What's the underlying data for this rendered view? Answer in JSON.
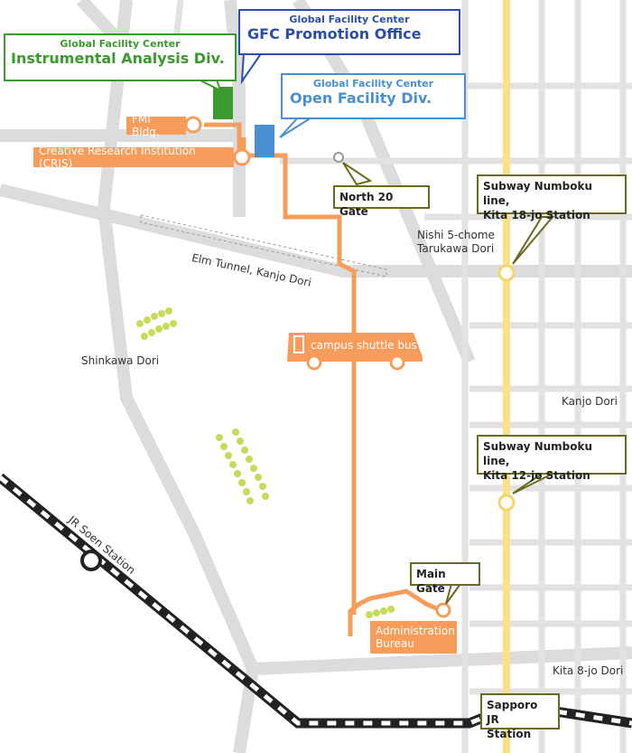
{
  "facilities": {
    "instrumental": {
      "org": "Global Facility Center",
      "name": "Instrumental Analysis Div.",
      "color": "#3a9a2e"
    },
    "promotion": {
      "org": "Global Facility Center",
      "name": "GFC Promotion Office",
      "color": "#2b4ea8"
    },
    "open": {
      "org": "Global Facility Center",
      "name": "Open Facility Div.",
      "color": "#4a8fd0"
    }
  },
  "buildings": {
    "fmi": "FMI Bldg.",
    "cris": "Creative Research Institution (CRIS)",
    "admin_line1": "Administration",
    "admin_line2": "Bureau"
  },
  "gates": {
    "north20": "North 20 Gate",
    "main": "Main Gate"
  },
  "stations": {
    "kita18_line1": "Subway Numboku line,",
    "kita18_line2": "Kita 18-jo Station",
    "kita12_line1": "Subway Numboku line,",
    "kita12_line2": "Kita 12-jo Station",
    "sapporo_line1": "Sapporo JR",
    "sapporo_line2": "Station",
    "soen": "JR Soen Station"
  },
  "roads": {
    "nishi5_line1": "Nishi 5-chome",
    "nishi5_line2": "Tarukawa Dori",
    "elm": "Elm Tunnel, Kanjo Dori",
    "shinkawa": "Shinkawa Dori",
    "kanjo": "Kanjo Dori",
    "kita8": "Kita 8-jo Dori"
  },
  "shuttle": "campus shuttle bus",
  "colors": {
    "route": "#f79c5a",
    "road": "#d9d9d9",
    "subway": "#fbe08a",
    "callout_border": "#6a6a1f",
    "trees": "#c5dc5a"
  }
}
